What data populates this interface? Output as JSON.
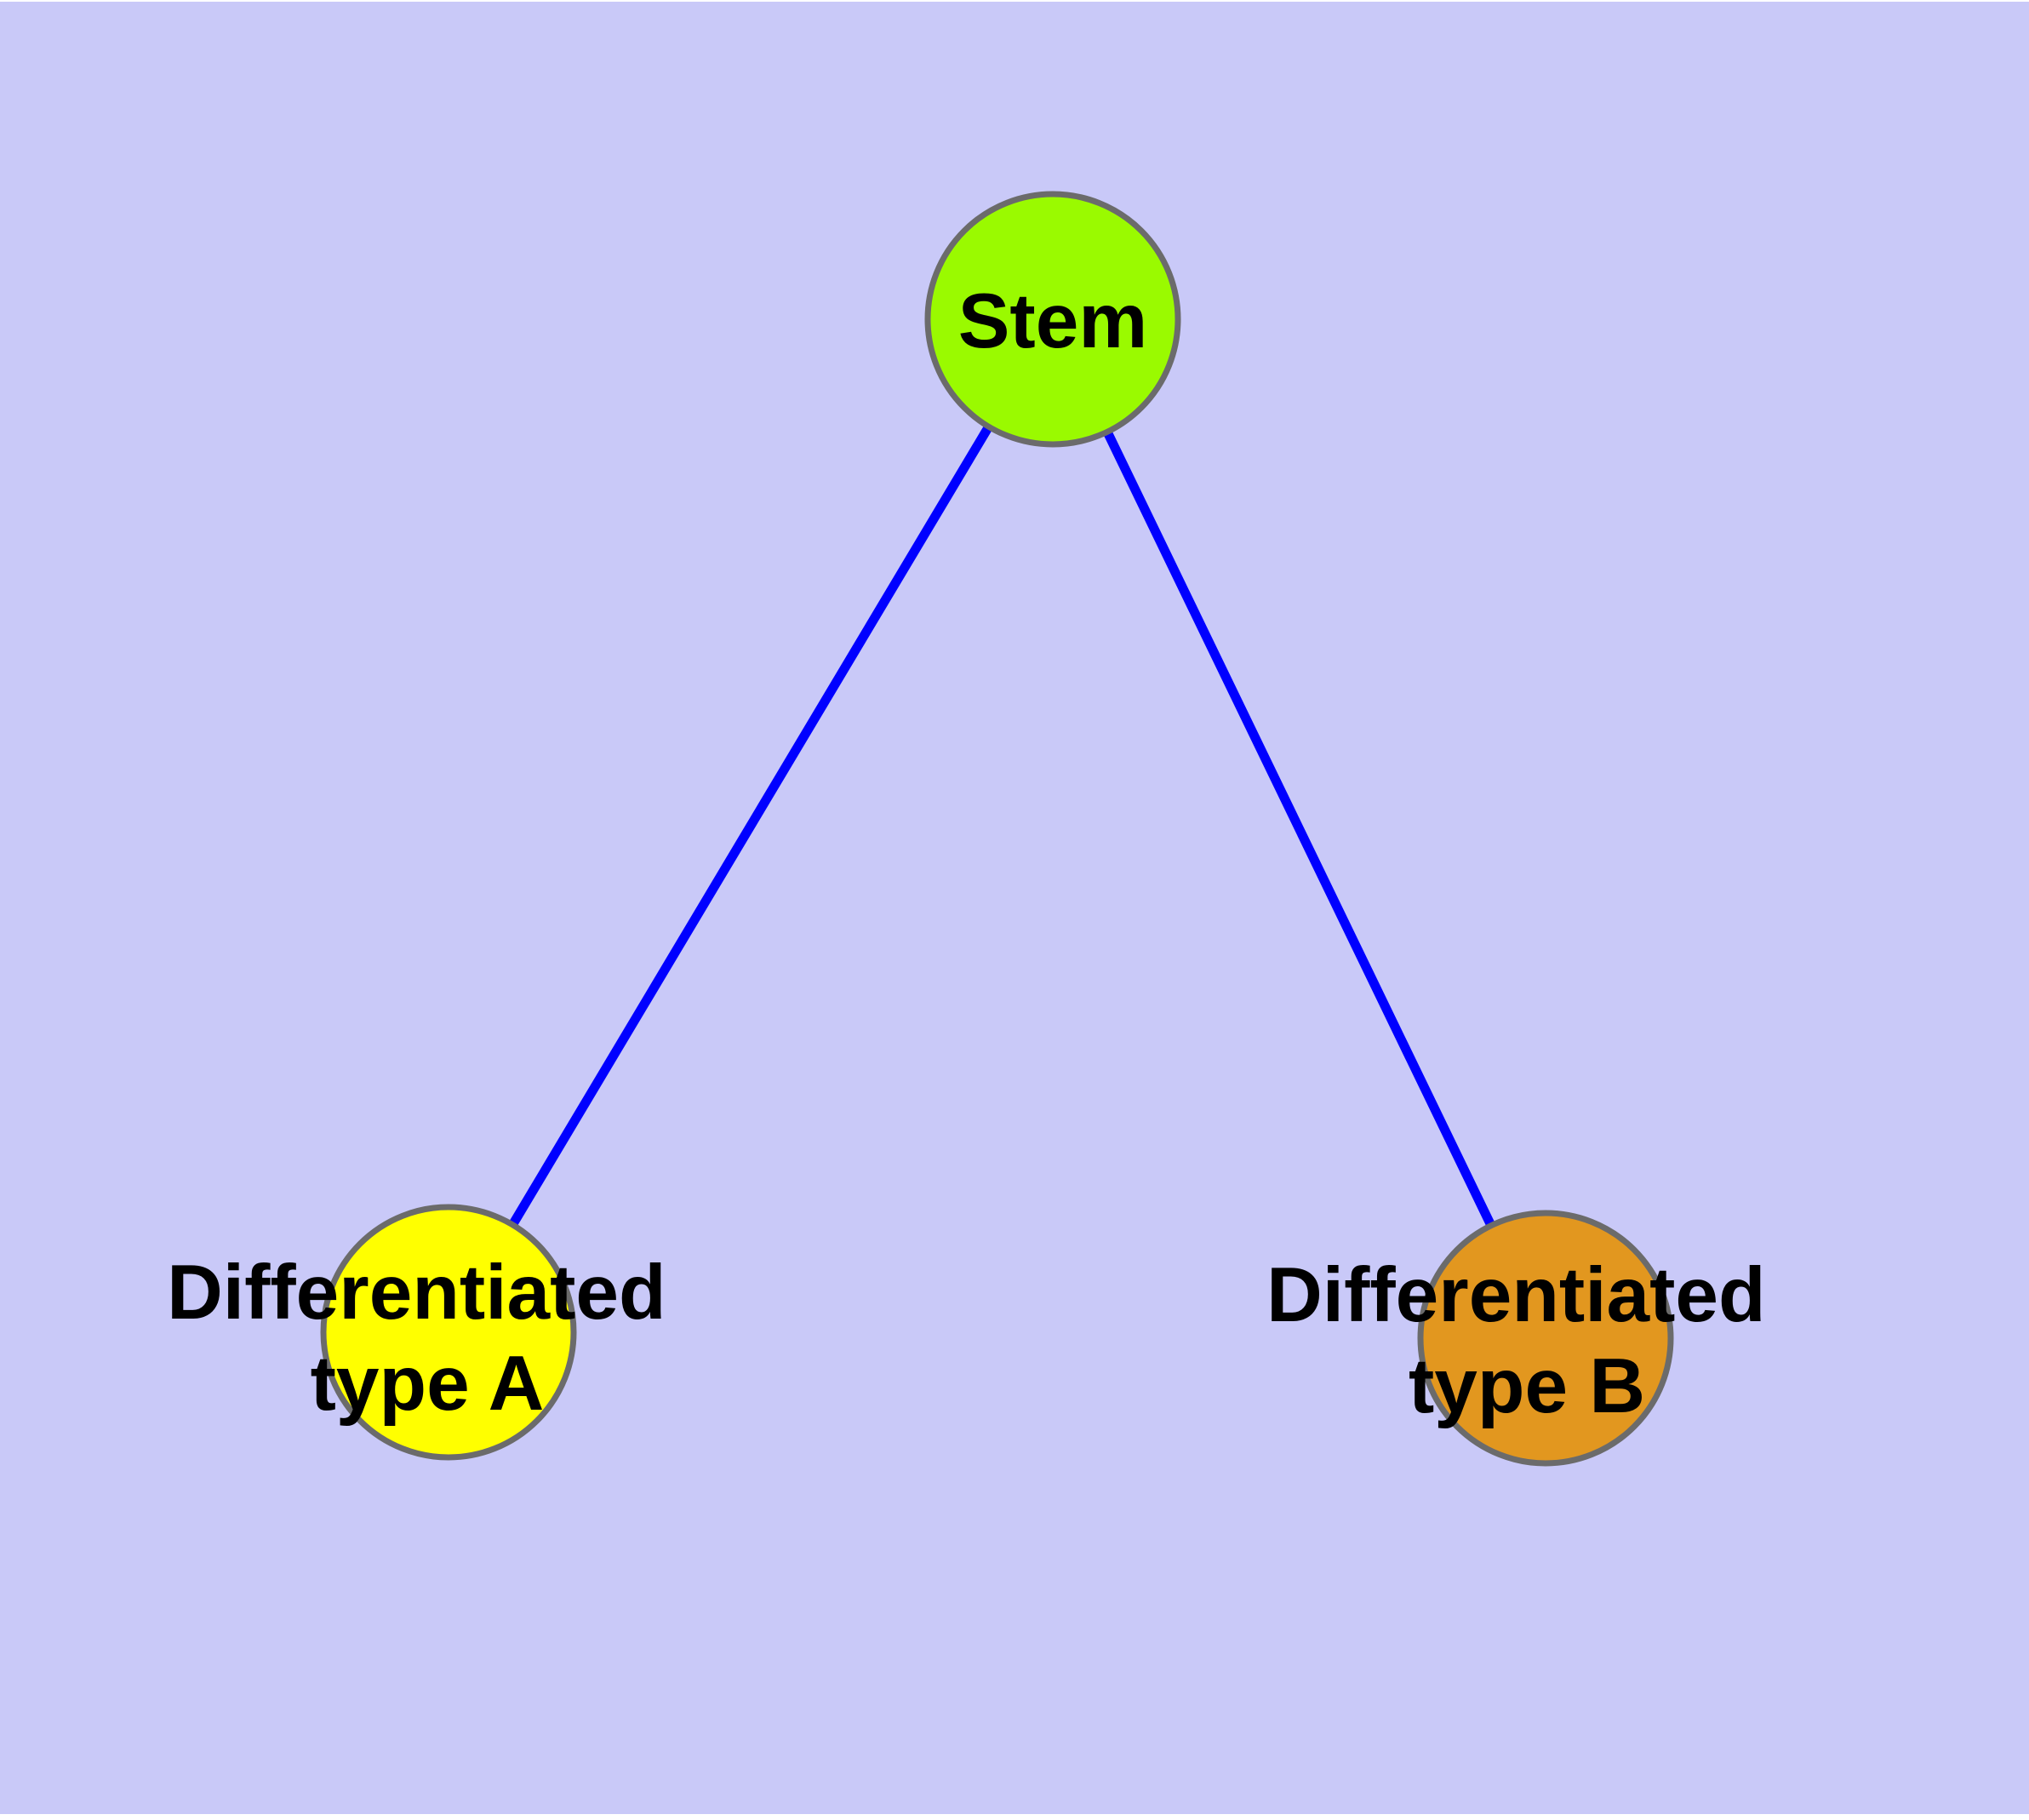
{
  "diagram": {
    "type": "graph",
    "page_color": "#ffffff",
    "background_color": "#c9c9f8",
    "edge_color": "#0000ff",
    "node_border_color": "#6b6b6b",
    "label_color": "#000000",
    "nodes": [
      {
        "id": "stem",
        "label_lines": [
          "Stem"
        ],
        "fill": "#9afa00"
      },
      {
        "id": "differentiated-type-a",
        "label_lines": [
          "Differentiated",
          "type A"
        ],
        "fill": "#ffff00"
      },
      {
        "id": "differentiated-type-b",
        "label_lines": [
          "Differentiated",
          "type B"
        ],
        "fill": "#e2971f"
      }
    ],
    "edges": [
      {
        "from": "stem",
        "to": "differentiated-type-a"
      },
      {
        "from": "stem",
        "to": "differentiated-type-b"
      }
    ]
  }
}
